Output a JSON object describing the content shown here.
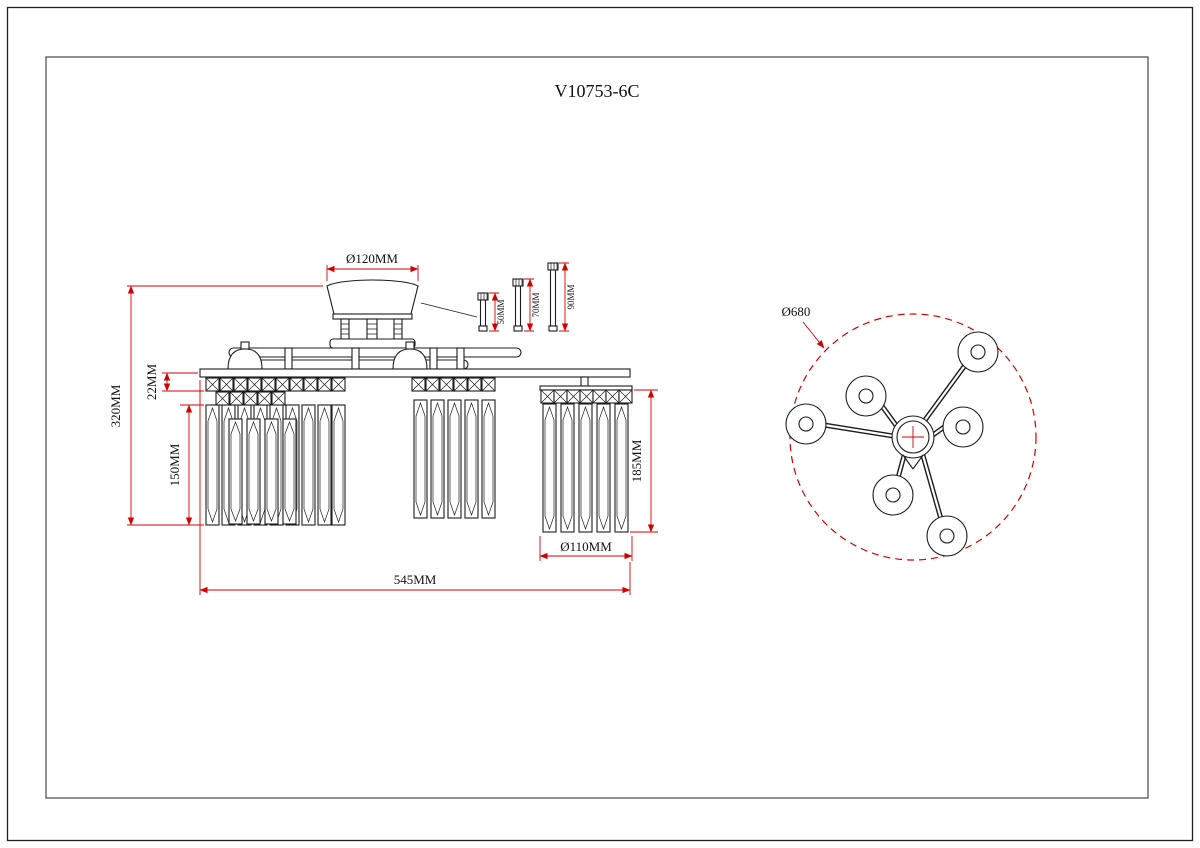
{
  "title": "V10753-6C",
  "colors": {
    "drawing_line": "#1c1c1c",
    "dimension_line": "#d40000",
    "background": "#ffffff"
  },
  "front_view": {
    "dims": {
      "canopy_diameter": "Ø120MM",
      "total_height": "320MM",
      "bead_row_height": "22MM",
      "crystal_length_left": "150MM",
      "crystal_length_right": "185MM",
      "shade_diameter": "Ø110MM",
      "total_width": "545MM"
    },
    "detail_rods": [
      {
        "label": "50MM"
      },
      {
        "label": "70MM"
      },
      {
        "label": "90MM"
      }
    ]
  },
  "top_view": {
    "dims": {
      "overall_diameter": "Ø680"
    }
  }
}
